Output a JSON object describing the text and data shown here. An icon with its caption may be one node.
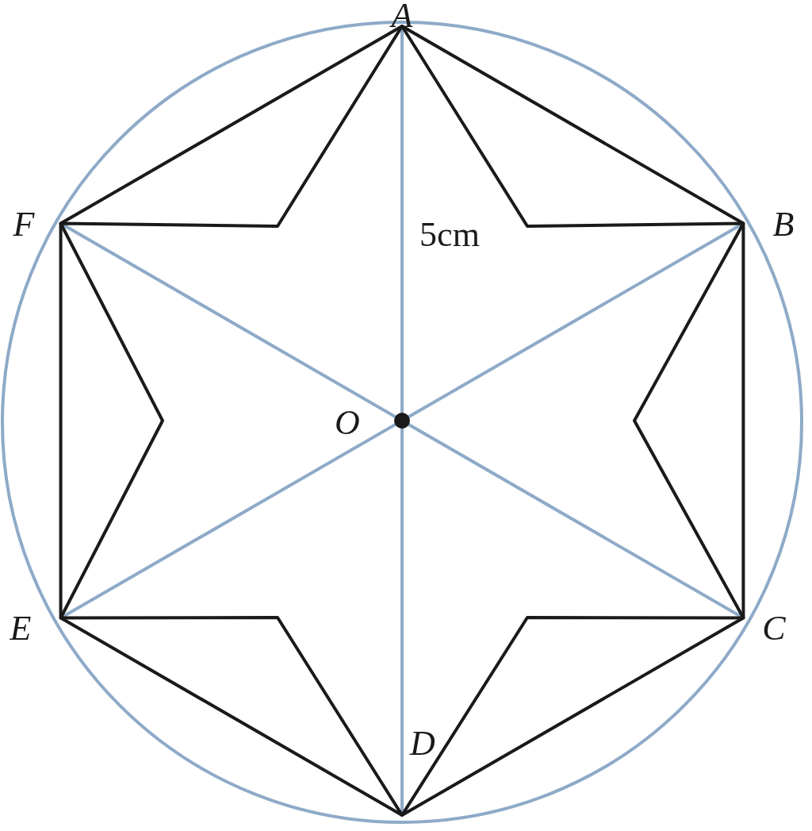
{
  "diagram": {
    "labels": [
      "A",
      "F",
      "5cm",
      "B",
      "O",
      "E",
      "C",
      "D"
    ]
  }
}
